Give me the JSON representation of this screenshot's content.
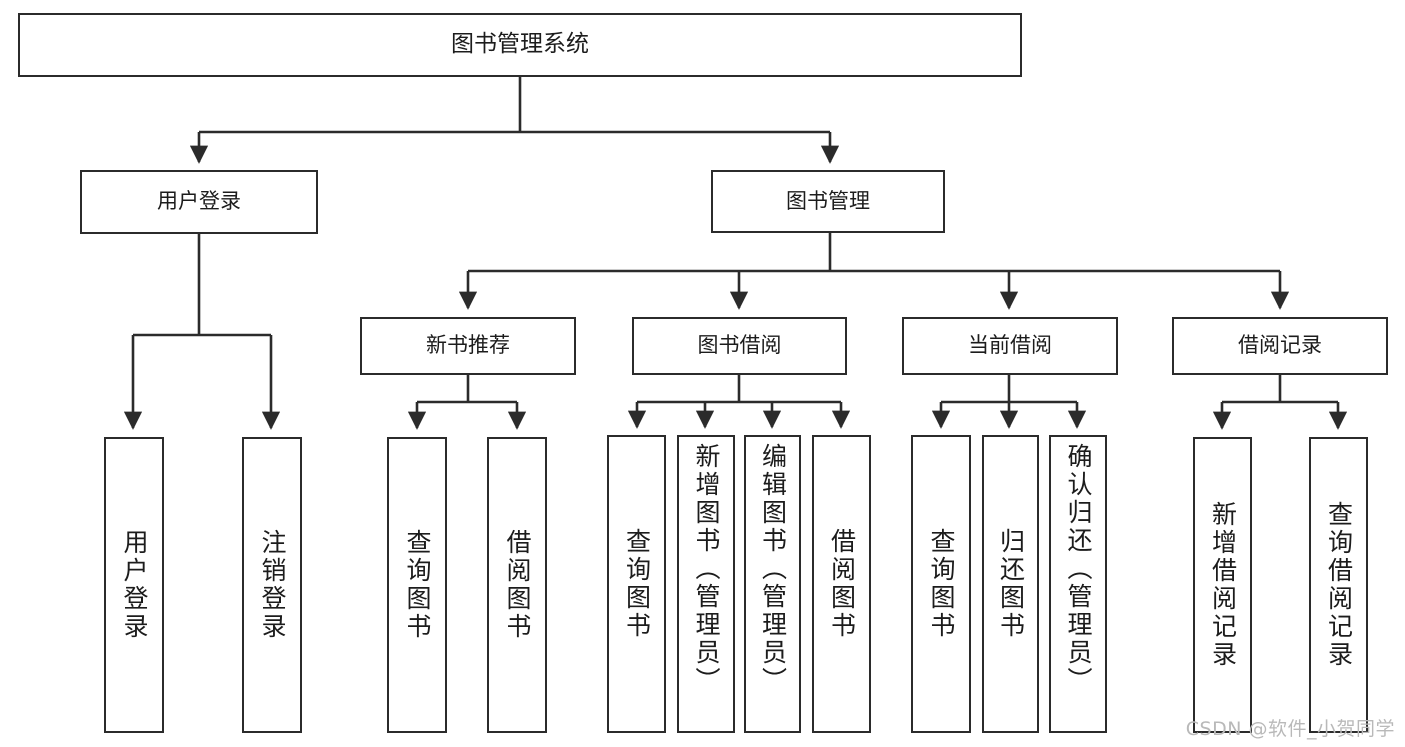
{
  "diagram": {
    "type": "tree",
    "title": "图书管理系统",
    "root": {
      "label": "图书管理系统"
    },
    "level2": [
      {
        "id": "user-login",
        "label": "用户登录"
      },
      {
        "id": "book-management",
        "label": "图书管理"
      }
    ],
    "level3": [
      {
        "id": "new-book-recommend",
        "label": "新书推荐",
        "parent": "book-management"
      },
      {
        "id": "book-borrow",
        "label": "图书借阅",
        "parent": "book-management"
      },
      {
        "id": "current-borrow",
        "label": "当前借阅",
        "parent": "book-management"
      },
      {
        "id": "borrow-record",
        "label": "借阅记录",
        "parent": "book-management"
      }
    ],
    "leaves": {
      "user_login": [
        {
          "id": "leaf-user-login",
          "label": "用户登录"
        },
        {
          "id": "leaf-user-logout",
          "label": "注销登录"
        }
      ],
      "new_book_recommend": [
        {
          "id": "leaf-query-book-1",
          "label": "查询图书"
        },
        {
          "id": "leaf-borrow-book-1",
          "label": "借阅图书"
        }
      ],
      "book_borrow": [
        {
          "id": "leaf-query-book-2",
          "label": "查询图书"
        },
        {
          "id": "leaf-add-book",
          "label": "新增图书（管理员）"
        },
        {
          "id": "leaf-edit-book",
          "label": "编辑图书（管理员）"
        },
        {
          "id": "leaf-borrow-book-2",
          "label": "借阅图书"
        }
      ],
      "current_borrow": [
        {
          "id": "leaf-query-book-3",
          "label": "查询图书"
        },
        {
          "id": "leaf-return-book",
          "label": "归还图书"
        },
        {
          "id": "leaf-confirm-return",
          "label": "确认归还（管理员）"
        }
      ],
      "borrow_record": [
        {
          "id": "leaf-add-borrow-record",
          "label": "新增借阅记录"
        },
        {
          "id": "leaf-query-borrow-record",
          "label": "查询借阅记录"
        }
      ]
    }
  },
  "watermark": {
    "text": "CSDN @软件_小贺同学"
  },
  "colors": {
    "stroke": "#2b2b2b",
    "background": "#ffffff",
    "text": "#1c1c1c",
    "watermark": "#b9b9b9"
  }
}
